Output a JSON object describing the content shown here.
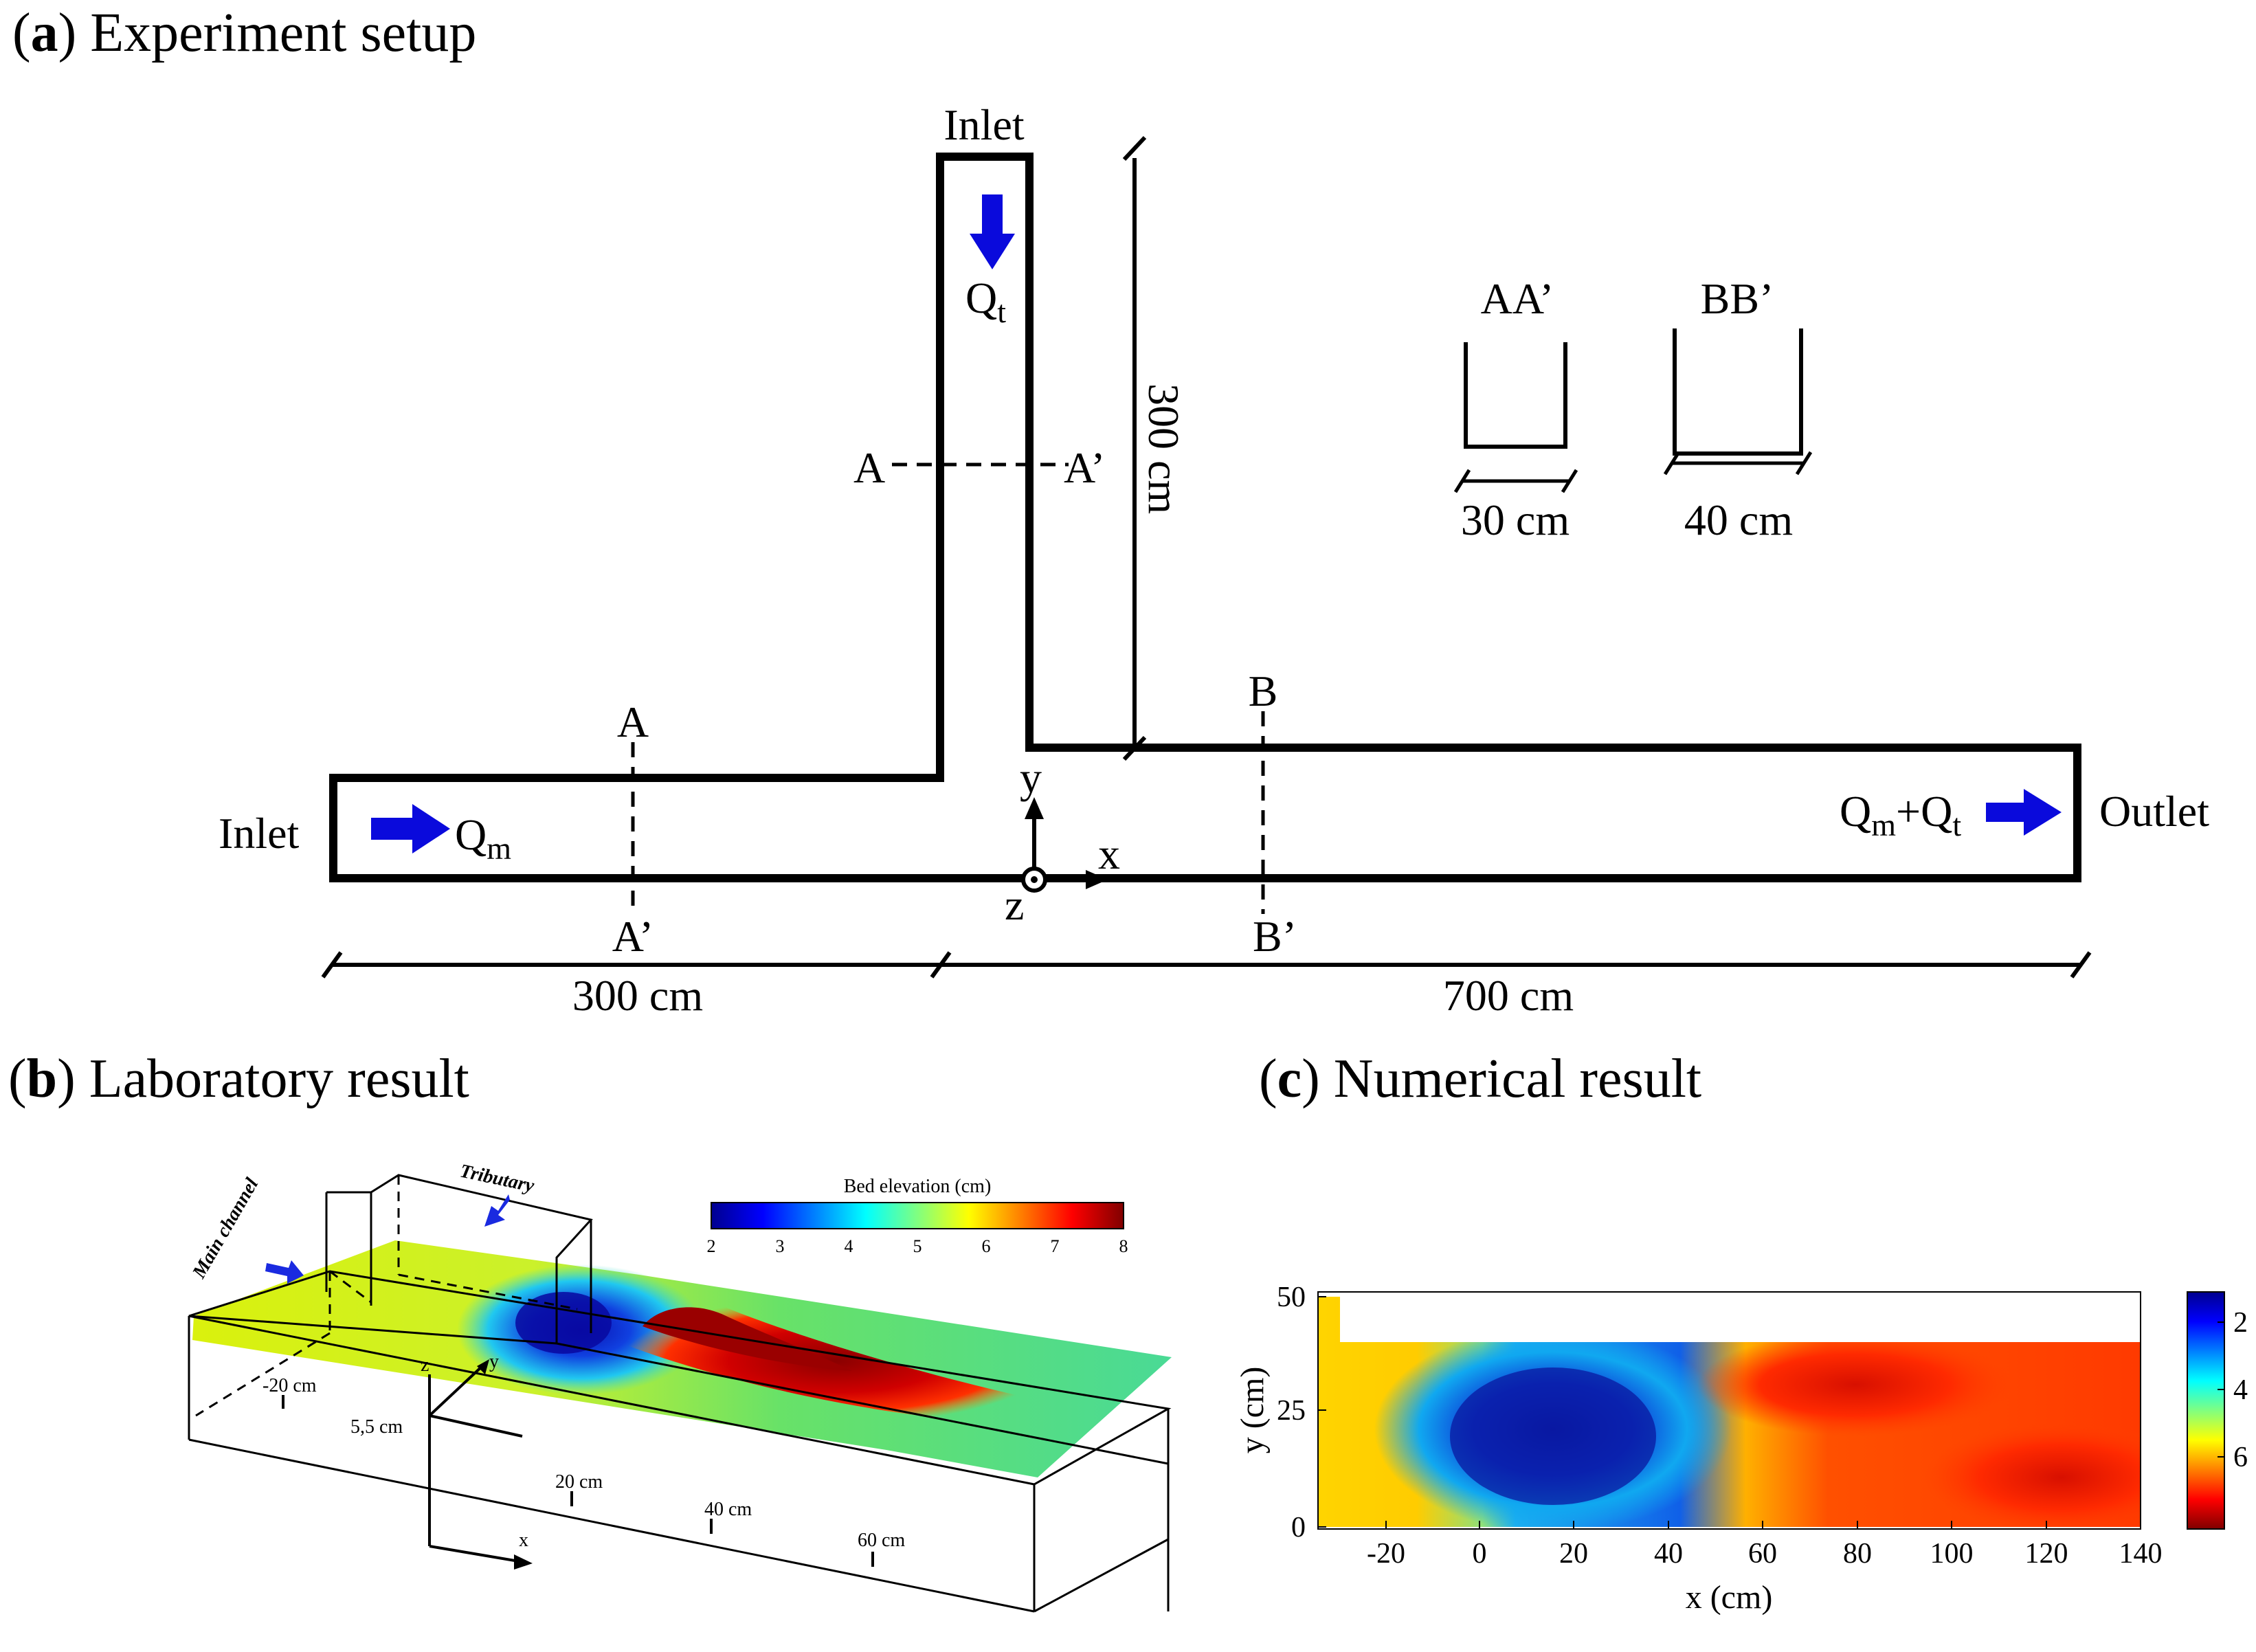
{
  "panels": {
    "a": {
      "letter": "a",
      "title": "Experiment setup"
    },
    "b": {
      "letter": "b",
      "title": "Laboratory result"
    },
    "c": {
      "letter": "c",
      "title": "Numerical result"
    }
  },
  "setup": {
    "inlet_top": "Inlet",
    "inlet_left": "Inlet",
    "outlet": "Outlet",
    "q_t": "Q",
    "q_t_sub": "t",
    "q_m": "Q",
    "q_m_sub": "m",
    "q_out_1": "Q",
    "q_out_1_sub": "m",
    "q_out_plus": "+Q",
    "q_out_2_sub": "t",
    "section_a_left": "A",
    "section_a_right": "A’",
    "section_a_top": "A",
    "section_a_bottom": "A’",
    "section_b_top": "B",
    "section_b_bottom": "B’",
    "axis_x": "x",
    "axis_y": "y",
    "axis_z": "z",
    "dim_tributary_length": "300 cm",
    "dim_upstream_length": "300 cm",
    "dim_downstream_length": "700 cm",
    "cross_section_aa": "AA’",
    "cross_section_aa_width": "30 cm",
    "cross_section_bb": "BB’",
    "cross_section_bb_width": "40 cm",
    "arrow_color": "#0a0adc"
  },
  "lab": {
    "main_channel": "Main channel",
    "tributary": "Tributary",
    "colorbar_title": "Bed elevation (cm)",
    "colorbar_ticks": [
      "2",
      "3",
      "4",
      "5",
      "6",
      "7",
      "8"
    ],
    "tick_neg20": "-20 cm",
    "tick_55": "5,5 cm",
    "tick_20": "20 cm",
    "tick_40": "40 cm",
    "tick_60": "60 cm",
    "axis_x": "x",
    "axis_y": "y",
    "axis_z": "z"
  },
  "numerical": {
    "xlabel": "x (cm)",
    "ylabel": "y (cm)",
    "xticks": [
      "-20",
      "0",
      "20",
      "40",
      "60",
      "80",
      "100",
      "120",
      "140"
    ],
    "yticks": [
      "0",
      "25",
      "50"
    ],
    "colorbar_ticks": [
      "2",
      "4",
      "6"
    ]
  }
}
